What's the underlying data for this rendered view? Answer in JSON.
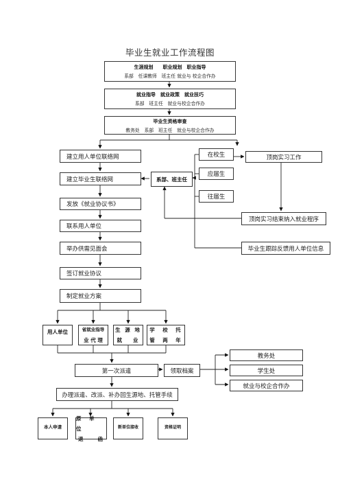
{
  "title": "毕业生就业工作流程图",
  "top_boxes": [
    {
      "main": "生涯规划　　职业规划　职业指导",
      "sub": "系部　任课教师　班主任 就业与 校企合作办"
    },
    {
      "main": "就业指导　就业政策　就业技巧",
      "sub": "系部　班主任　就业与校企合作办"
    },
    {
      "main": "毕业生资格审查",
      "sub": "教务处　系部　班主任　就业与校企合作办"
    }
  ],
  "left_steps": [
    "建立用人单位联络网",
    "建立毕业生联络网",
    "发放《就业协议书》",
    "联系用人单位",
    "举办供需见面会",
    "签订就业协议",
    "制定就业方案"
  ],
  "center_box": "系部、班主任",
  "student_types": [
    "在校生",
    "应届生",
    "往届生"
  ],
  "internship": "顶岗实习工作",
  "internship_end": "顶岗实习结束纳入就业程序",
  "tracking": "毕业生跟踪反馈用人单位信息",
  "destinations": [
    {
      "line1": "用人单位",
      "line2": ""
    },
    {
      "line1": "省就业指导",
      "line2": "业 代 理"
    },
    {
      "line1": "生 源 地",
      "line2": "就　 业"
    },
    {
      "line1": "学　校　托",
      "line2": "管　两　年"
    }
  ],
  "first_dispatch": "第一次派遣",
  "collect_files": "领取档案",
  "offices": [
    "教务处",
    "学生处",
    "就业与校企合作办"
  ],
  "procedures": "办理派遣、改派、补办回生源地、托管手续",
  "final_boxes": [
    {
      "line1": "本人申请",
      "line2": ""
    },
    {
      "line1": "原　单　位",
      "line2": "退　　函"
    },
    {
      "line1": "新单位接收",
      "line2": ""
    },
    {
      "line1": "资格证明",
      "line2": ""
    }
  ]
}
